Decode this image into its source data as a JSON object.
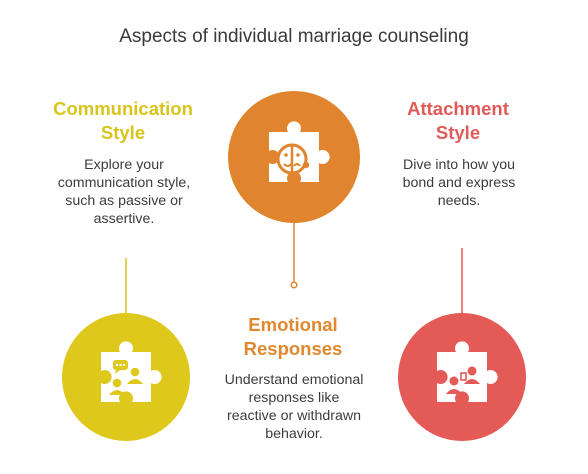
{
  "title": "Aspects of individual marriage counseling",
  "colors": {
    "communication": "#dec81c",
    "emotional": "#e0842e",
    "attachment": "#e35a57",
    "title_text": "#3a3a3a",
    "body_text": "#3c3c3c"
  },
  "nodes": {
    "communication": {
      "heading_line1": "Communication",
      "heading_line2": "Style",
      "desc_line1": "Explore your",
      "desc_line2": "communication style,",
      "desc_line3": "such as passive or",
      "desc_line4": "assertive.",
      "icon": "chat-people-icon"
    },
    "emotional": {
      "heading_line1": "Emotional",
      "heading_line2": "Responses",
      "desc_line1": "Understand emotional",
      "desc_line2": "responses like",
      "desc_line3": "reactive or withdrawn",
      "desc_line4": "behavior.",
      "icon": "emotion-faces-icon"
    },
    "attachment": {
      "heading_line1": "Attachment",
      "heading_line2": "Style",
      "desc_line1": "Dive into how you",
      "desc_line2": "bond and express",
      "desc_line3": "needs.",
      "icon": "bonding-people-icon"
    }
  }
}
